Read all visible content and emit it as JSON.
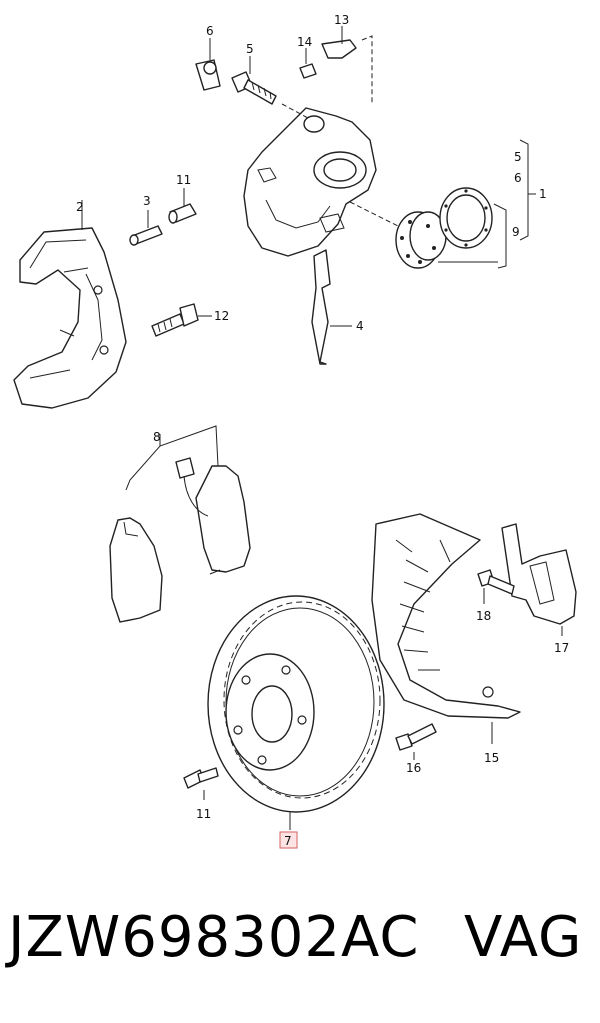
{
  "labels": {
    "l1": "1",
    "l2": "2",
    "l3": "3",
    "l4": "4",
    "l5a": "5",
    "l5b": "5",
    "l6a": "6",
    "l6b": "6",
    "l7": "7",
    "l8": "8",
    "l9": "9",
    "l11a": "11",
    "l11b": "11",
    "l12": "12",
    "l13": "13",
    "l14": "14",
    "l15": "15",
    "l16": "16",
    "l17": "17",
    "l18": "18"
  },
  "caption": {
    "part_number": "JZW698302AC",
    "brand": "VAG"
  },
  "colors": {
    "highlight_fill": "#fde3e3",
    "highlight_stroke": "#d46060",
    "line": "#222222"
  }
}
